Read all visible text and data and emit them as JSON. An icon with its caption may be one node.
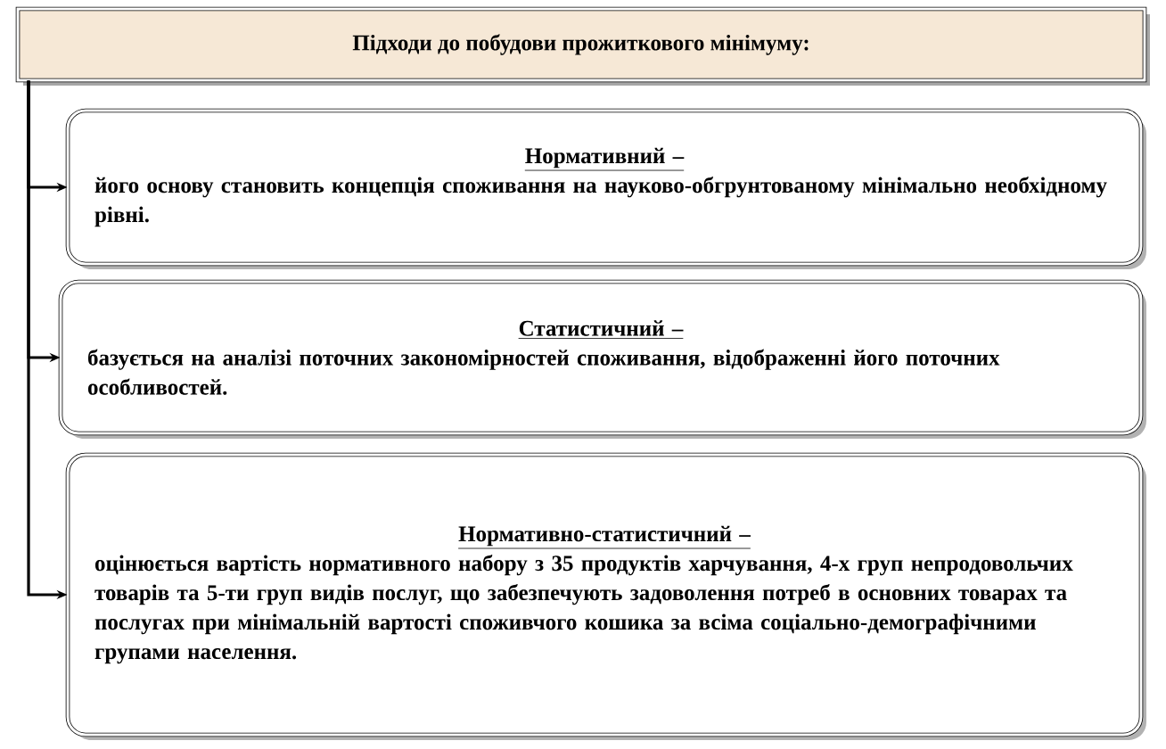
{
  "diagram": {
    "nodes": [
      {
        "text": [
          "Підходи до побудови прожиткового мінімуму:"
        ]
      },
      {
        "text": [
          "Нормативний –",
          "його основу становить концепція споживання на науково-обгрунтованому мінімально необхідному рівні."
        ]
      },
      {
        "text": [
          "Статистичний –",
          "базується на аналізі поточних закономірностей споживання, відображенні його поточних особливостей."
        ]
      },
      {
        "text": [
          "Нормативно-статистичний –",
          "оцінюється вартість нормативного набору з 35 продуктів харчування, 4-х груп непродовольчих товарів та 5-ти груп видів послуг, що забезпечують задоволення потреб в основних товарах та послугах при мінімальній вартості споживчого кошика за всіма соціально-демографічними групами населення."
        ]
      }
    ],
    "edges": [
      {
        "from": 0,
        "to": 1,
        "arrow": "to"
      },
      {
        "from": 0,
        "to": 2,
        "arrow": "to"
      },
      {
        "from": 0,
        "to": 3,
        "arrow": "to"
      }
    ]
  }
}
